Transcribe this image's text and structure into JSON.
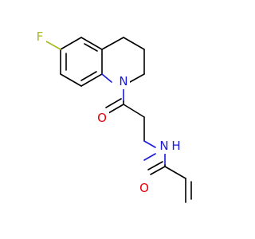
{
  "diagram": {
    "atoms": {
      "fluorine": {
        "symbol": "F",
        "color": "#a8b820"
      },
      "ring_nitrogen": {
        "symbol": "N",
        "color": "#1a1adb"
      },
      "ketone_oxygen": {
        "symbol": "O",
        "color": "#e8000b"
      },
      "amide_nh": {
        "symbol": "N",
        "color": "#1a1adb"
      },
      "amide_h": {
        "symbol": "H",
        "color": "#1a1adb"
      },
      "amide_oxygen": {
        "symbol": "O",
        "color": "#e8000b"
      }
    },
    "colors": {
      "bond": "#000000",
      "background": "#ffffff"
    }
  }
}
